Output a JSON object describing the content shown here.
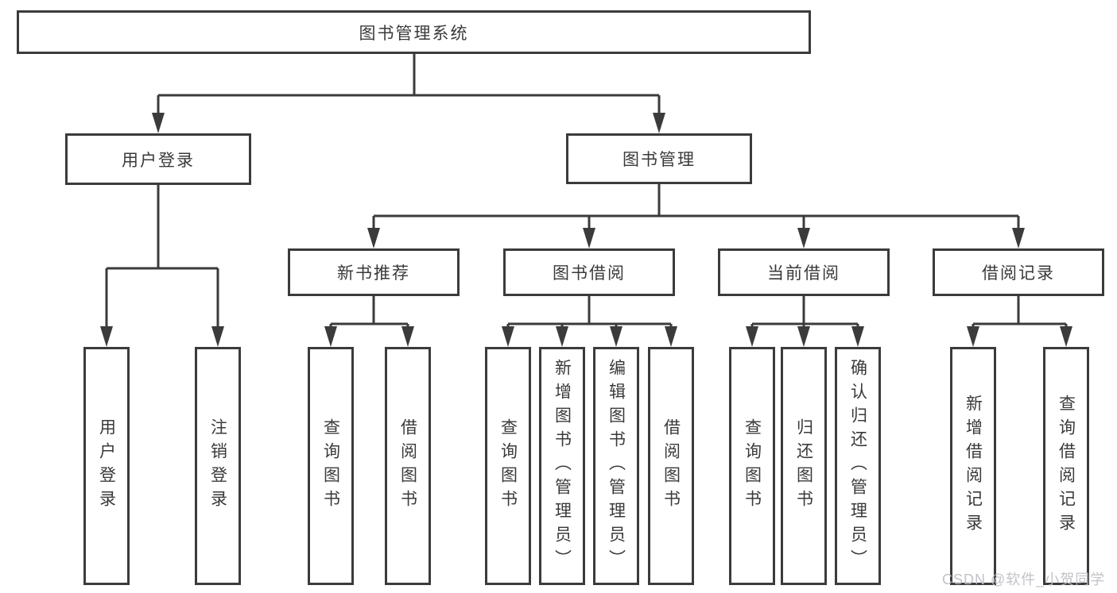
{
  "diagram": {
    "type": "tree-structure-chart",
    "root": {
      "label": "图书管理系统"
    },
    "children": [
      {
        "label": "用户登录",
        "children": [
          {
            "label": "用户登录"
          },
          {
            "label": "注销登录"
          }
        ]
      },
      {
        "label": "图书管理",
        "children": [
          {
            "label": "新书推荐",
            "children": [
              {
                "label": "查询图书"
              },
              {
                "label": "借阅图书"
              }
            ]
          },
          {
            "label": "图书借阅",
            "children": [
              {
                "label": "查询图书"
              },
              {
                "label": "新增图书（管理员）"
              },
              {
                "label": "编辑图书（管理员）"
              },
              {
                "label": "借阅图书"
              }
            ]
          },
          {
            "label": "当前借阅",
            "children": [
              {
                "label": "查询图书"
              },
              {
                "label": "归还图书"
              },
              {
                "label": "确认归还（管理员）"
              }
            ]
          },
          {
            "label": "借阅记录",
            "children": [
              {
                "label": "新增借阅记录"
              },
              {
                "label": "查询借阅记录"
              }
            ]
          }
        ]
      }
    ]
  },
  "watermark": "CSDN @软件_小贺同学",
  "colors": {
    "line": "#3b3b3b",
    "text": "#3a3a3a",
    "background": "#ffffff",
    "watermark": "#bdbdc4"
  }
}
